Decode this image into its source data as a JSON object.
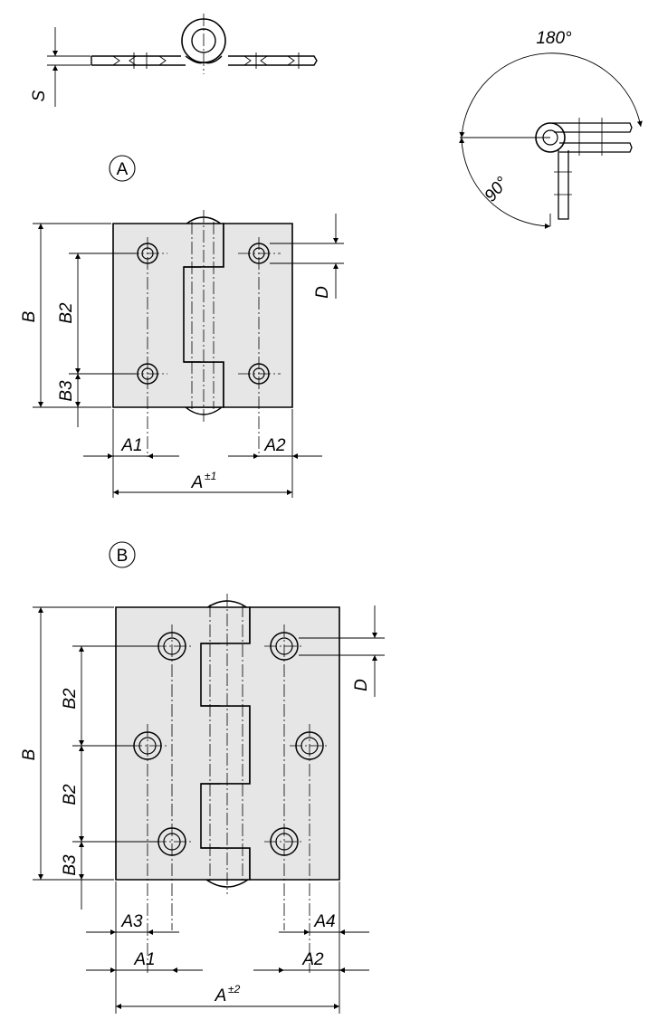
{
  "labels": {
    "s": "S",
    "angle_180": "180°",
    "angle_90": "90°",
    "variant_a": "A",
    "variant_b": "B",
    "b": "B",
    "b2": "B2",
    "b3": "B3",
    "d": "D",
    "a1": "A1",
    "a2": "A2",
    "a3": "A3",
    "a4": "A4",
    "a": "A",
    "tol_a_variant_a": "±1",
    "tol_a_variant_b": "±2"
  }
}
